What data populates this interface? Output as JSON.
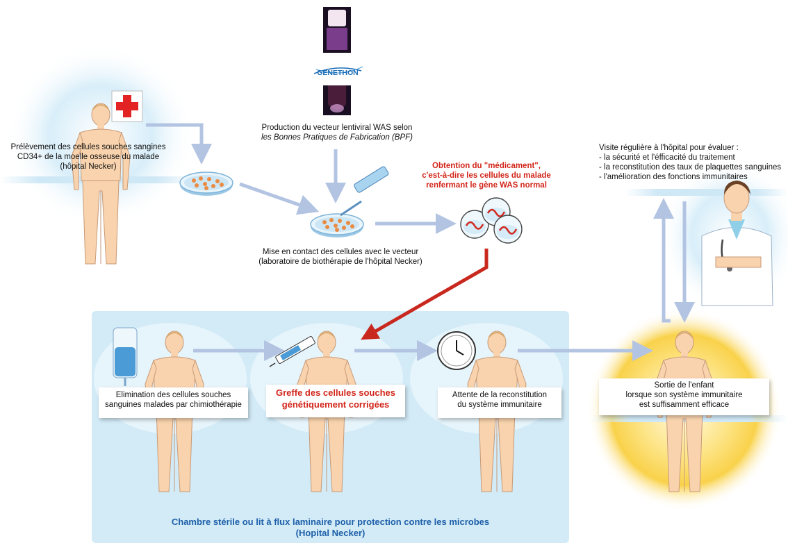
{
  "logo": {
    "text": "GENETHON"
  },
  "step_collection": {
    "text_lines": [
      "Prélèvement des cellules souches sangines",
      "CD34+ de la moelle osseuse du malade",
      "(hôpital Necker)"
    ]
  },
  "step_vector": {
    "line1": "Production du vecteur lentiviral WAS selon",
    "line2": "les Bonnes Pratiques de Fabrication (BPF)"
  },
  "step_contact": {
    "text_lines": [
      "Mise en contact des cellules avec le vecteur",
      "(laboratoire de biothérapie de l'hôpital Necker)"
    ]
  },
  "step_medication": {
    "text_lines": [
      "Obtention du \"médicament\",",
      "c'est-à-dire les cellules du malade",
      "renfermant le gène WAS normal"
    ]
  },
  "step_followup": {
    "title": "Visite régulière à l'hôpital pour évaluer :",
    "items": [
      "- la sécurité et l'éfficacité du traitement",
      "- la reconstitution des taux de plaquettes sanguines",
      "- l'amélioration des fonctions immunitaires"
    ]
  },
  "step_elimination": {
    "text_lines": [
      "Elimination des cellules souches",
      "sanguines malades par chimiothérapie"
    ]
  },
  "step_graft": {
    "text_lines": [
      "Greffe des cellules souches",
      "génétiquement corrigées"
    ]
  },
  "step_wait": {
    "text_lines": [
      "Attente de la reconstitution",
      "du système immunitaire"
    ]
  },
  "step_discharge": {
    "text_lines": [
      "Sortie de l'enfant",
      "lorsque son système immunitaire",
      "est suffisamment efficace"
    ]
  },
  "sterile_room": {
    "line1": "Chambre stérile ou lit à flux laminaire pour protection contre les microbes",
    "line2": "(Hopital Necker)"
  },
  "colors": {
    "arrow_blue": "#b3c4e2",
    "arrow_red": "#c8281e",
    "panel_blue": "#d2ebf7",
    "skin": "#f8d3ad",
    "title_blue": "#1e5fa8"
  }
}
